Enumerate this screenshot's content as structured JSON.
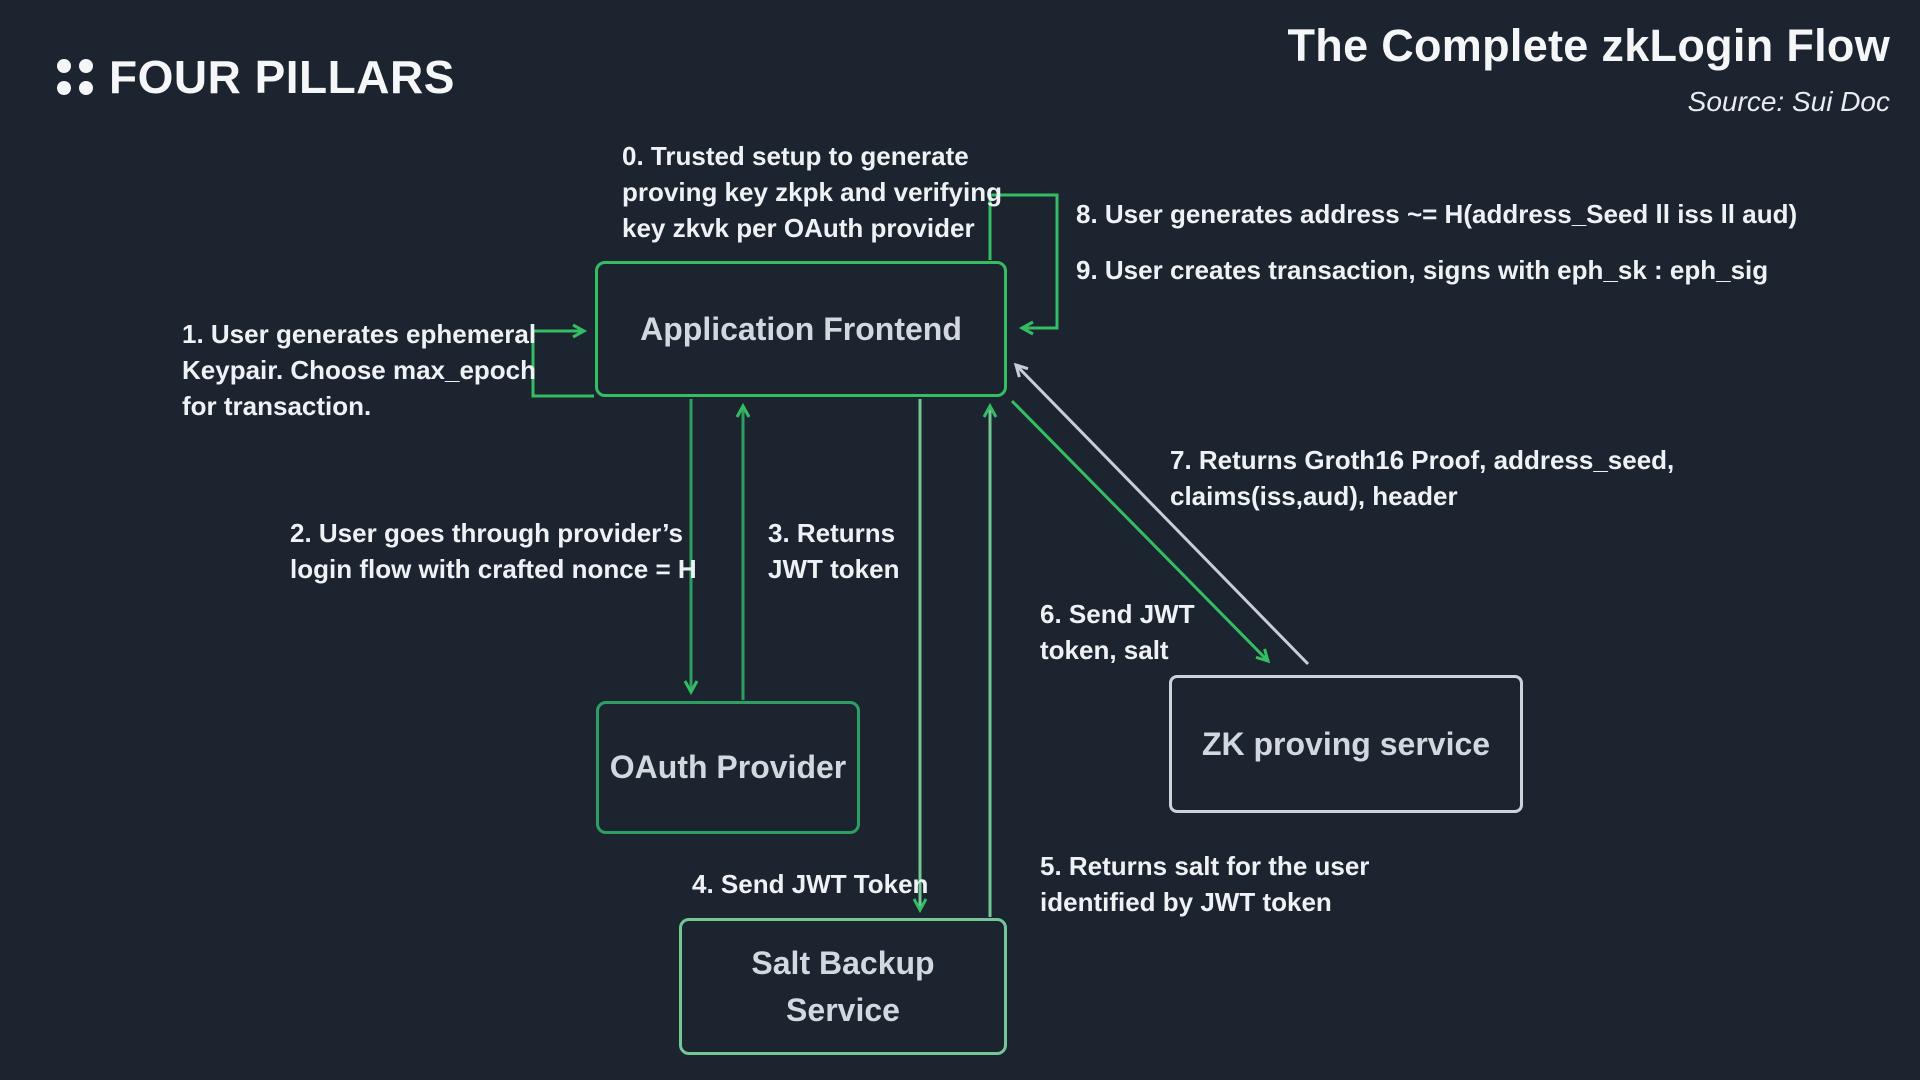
{
  "header": {
    "logo_text": "FOUR PILLARS",
    "title": "The Complete zkLogin Flow",
    "source_label": "Source:  Sui Doc"
  },
  "nodes": {
    "app_frontend": {
      "label": "Application Frontend"
    },
    "oauth_provider": {
      "label": "OAuth Provider"
    },
    "zk_proving_service": {
      "label": "ZK proving service"
    },
    "salt_backup_service": {
      "label_line1": "Salt Backup",
      "label_line2": "Service"
    }
  },
  "steps": [
    {
      "id": "0",
      "lines": [
        "0. Trusted setup to generate",
        "proving key zkpk and verifying",
        "key zkvk per OAuth provider"
      ]
    },
    {
      "id": "1",
      "lines": [
        "1. User generates ephemeral",
        "Keypair. Choose max_epoch",
        "for transaction."
      ]
    },
    {
      "id": "2",
      "lines": [
        "2. User goes through provider’s",
        "login flow with crafted nonce = H"
      ]
    },
    {
      "id": "3",
      "lines": [
        "3. Returns",
        "JWT token"
      ]
    },
    {
      "id": "4",
      "lines": [
        "4. Send JWT Token"
      ]
    },
    {
      "id": "5",
      "lines": [
        "5. Returns salt for the user",
        "identified by JWT token"
      ]
    },
    {
      "id": "6",
      "lines": [
        "6. Send JWT",
        "token, salt"
      ]
    },
    {
      "id": "7",
      "lines": [
        "7. Returns Groth16 Proof, address_seed,",
        "claims(iss,aud), header"
      ]
    },
    {
      "id": "8",
      "lines": [
        "8. User generates address ~= H(address_Seed ll iss ll aud)"
      ]
    },
    {
      "id": "9",
      "lines": [
        "9. User creates transaction, signs with eph_sk : eph_sig"
      ]
    }
  ],
  "colors": {
    "background": "#1c2430",
    "accent_green": "#35bd63",
    "mid_green": "#2e9f63",
    "soft_green": "#74c697",
    "neutral_border": "#ced3da",
    "text_light": "#eff2f5",
    "node_label": "#d3d8df"
  }
}
